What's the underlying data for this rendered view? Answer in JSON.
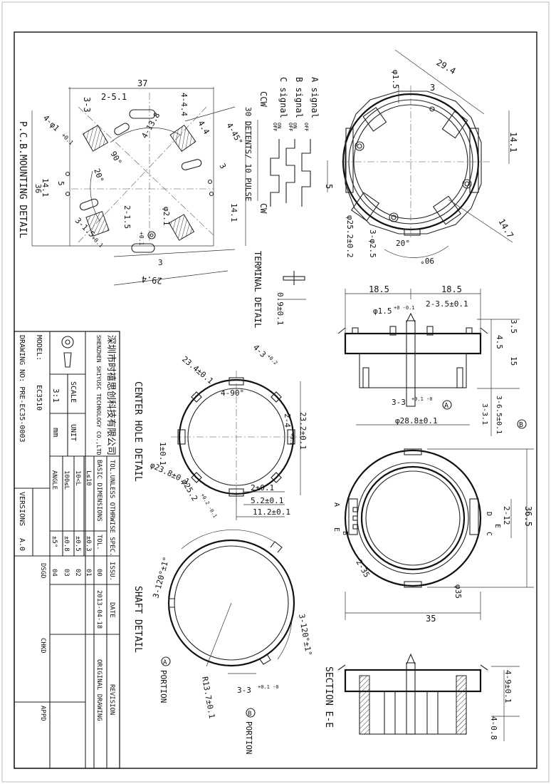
{
  "pcb": {
    "title": "P.C.B.MOUNTING DETAIL",
    "d37": "37",
    "d2_5_1": "2-5.1",
    "d3_3": "3-3",
    "d4_phi1": "4-φ1",
    "d4_phi1_tol": "+0.1",
    "d4_4_4": "4-4.4",
    "d4_4": "4.4",
    "d4_45": "4-45°",
    "d4_13_8": "4-13.8",
    "d20": "20°",
    "d90": "90°",
    "d14_1": "14.1",
    "d5": "5",
    "d14_1b": "14.1",
    "d36": "36",
    "d3": "3",
    "d2_1_5": "2-1.5",
    "d2_1_5_tol": "+0.1",
    "d3_1_5": "3-1.5",
    "d3_1_5_tol": "+0.1",
    "phi2_1": "φ2.1",
    "d3b": "3",
    "d29_4": "29.4",
    "d14_1c": "14.1"
  },
  "signals": {
    "a": "A signal",
    "b": "B signal",
    "c": "C signal",
    "off": "OFF",
    "on": "ON",
    "ccw": "CCW",
    "cw": "CW",
    "detents": "30 DETENTS/ 10 PULSE"
  },
  "terminal": {
    "title": "TERMINAL DETAIL",
    "d09": "0.9±0.1"
  },
  "top_view": {
    "d29_4": "29.4",
    "phi1_5": "φ1.5",
    "d3": "3",
    "d14_1": "14.1",
    "d5": "5",
    "phi25_2": "φ25.2±0.2",
    "d3_phi2_5": "3-φ2.5",
    "d20": "20°",
    "d90": "90°",
    "d14_7": "14.7"
  },
  "front_view": {
    "d18_5a": "18.5",
    "d18_5b": "18.5",
    "phi1_5": "φ1.5",
    "phi1_5_tol": "+0 -0.1",
    "d2_3_5": "2-3.5±0.1",
    "d3_5": "3.5",
    "d4_5": "4.5",
    "d15": "15",
    "d3_3": "3-3",
    "d3_3_tol": "+0.1 -0",
    "label_a": "A",
    "d3_6_5": "3-6.5±0.1",
    "d3_3_1": "3-3.1",
    "label_b": "B",
    "phi28_8": "φ28.8±0.1"
  },
  "center_hole": {
    "title": "CENTER HOLE DETAIL",
    "d4_3": "4-3",
    "d4_3_tol": "+0.2",
    "d23_4": "23.4±0.1",
    "d4_90": "4-90°",
    "d23_2": "23.2±0.1",
    "d2_4": "2-4",
    "d2_4_tol": "+0.2",
    "d1": "1±0.1",
    "phi23_8": "φ23.8±0.1",
    "phi25_2": "φ25.2",
    "phi25_2_tol": "+0.2 -0.1",
    "d2": "2±0.1",
    "d5_2": "5.2±0.1",
    "d11_2": "11.2±0.1"
  },
  "bottom_view": {
    "d36_5": "36.5",
    "d2_12": "2-12",
    "label_d": "D",
    "label_e": "E",
    "label_c": "C",
    "label_a": "A",
    "label_b": "B",
    "label_e2": "E",
    "d2_35": "2-35",
    "phi35": "φ35",
    "d35": "35"
  },
  "shaft": {
    "title": "SHAFT DETAIL",
    "d3_120a": "3-120°±1°",
    "d3_120b": "3-120°±1°",
    "r13_7": "R13.7±0.1",
    "d3_3": "3-3",
    "d3_3_tol": "+0.1 -0",
    "portion_a": "PORTION",
    "portion_b": "PORTION",
    "circ_a": "A",
    "circ_b": "B"
  },
  "section": {
    "title": "SECTION E-E",
    "d4_9": "4-9±0.1",
    "d4_0_8": "4-0.8"
  },
  "title_block": {
    "company_cn": "深圳市时禧思创科技有限公司",
    "company_en": "SHENZHEN SHIYUSC TECHNOLOGY CO.,LTD",
    "scale_label": "SCALE",
    "scale_value": "3:1",
    "unit_label": "UNIT",
    "unit_value": "mm",
    "tol_header": "TOL.UNLESS OTHRWISE SPEC.",
    "basic_dims": "BASIC DIMENSIONS",
    "tol_label": "TOL.",
    "rows": [
      {
        "range": "L≤10",
        "tol": "±0.3"
      },
      {
        "range": "10<L",
        "tol": "±0.5"
      },
      {
        "range": "100≤L",
        "tol": "±0.8"
      },
      {
        "range": "ANGLE",
        "tol": "±5°"
      }
    ],
    "issu_label": "ISSU.",
    "date_label": "DATE",
    "revision_label": "REVISION",
    "issues": [
      "00",
      "01",
      "02",
      "03",
      "04"
    ],
    "issue_date": "2013-04-18",
    "issue_rev": "ORIGINAL DRAWING",
    "model_label": "MODEL:",
    "model_value": "EC3510",
    "drawing_no": "DRAWING NO: PRE-EC35-0003",
    "versions_label": "VERSIONS",
    "versions_value": "A.0",
    "dsgd": "DSGD",
    "chkd": "CHKD",
    "appd": "APPD"
  }
}
